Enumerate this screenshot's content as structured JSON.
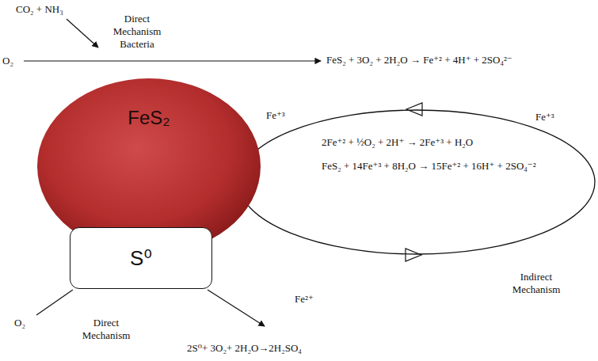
{
  "diagram": {
    "nodes": [
      {
        "text": [
          "FeS₂"
        ]
      },
      {
        "text": [
          "S⁰"
        ]
      },
      {
        "text": [
          "2Fe⁺² + ½O₂ + 2H⁺ → 2Fe⁺³ + H₂O",
          "FeS₂ + 14Fe⁺³ + 8H₂O → 15Fe⁺² + 16H⁺ + 2SO₄⁻²"
        ]
      }
    ],
    "labels": [
      "CO₂ + NH₃",
      "Direct Mechanism Bacteria",
      "O₂",
      "FeS₂ + 3O₂ + 2H₂O → Fe⁺² + 4H⁺ + 2SO₄²⁻",
      "Fe⁺³",
      "Fe⁺³",
      "Fe²⁺",
      "Indirect Mechanism",
      "O₂",
      "Direct Mechanism",
      "2S⁰+ 3O₂+ 2H₂O→2H₂SO₄"
    ]
  }
}
